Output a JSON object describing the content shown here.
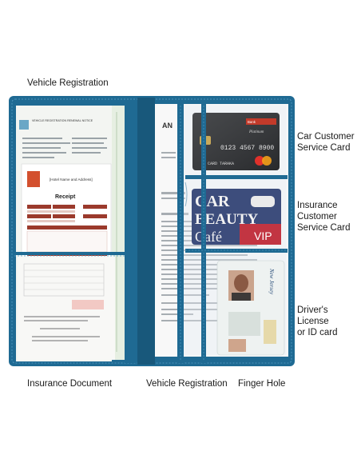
{
  "labels": {
    "vehicle_registration_top": "Vehicle Registration",
    "car_customer_service_card": "Car Customer\nService Card",
    "insurance_customer_service_card": "Insurance\nCustomer\nService Card",
    "drivers_license": "Driver's License\nor ID card",
    "insurance_document": "Insurance Document",
    "vehicle_registration_bottom": "Vehicle Registration",
    "finger_hole": "Finger Hole"
  },
  "documents": {
    "registration_title": "VEHICLE REGISTRATION RENEWAL NOTICE",
    "receipt_header": "[Hotel Name and Address]",
    "receipt_title": "Receipt"
  },
  "cards": {
    "credit_card_number": "0123 4567 8900",
    "credit_card_name": "CARD TARAKA",
    "credit_card_brand": "Platinum",
    "vip_line1": "CAR",
    "vip_line2": "BEAUTY",
    "vip_line3": "Café",
    "vip_tag": "VIP",
    "license_state": "New Jersey"
  },
  "colors": {
    "wallet_blue": "#1f6a93",
    "wallet_dark": "#164f70",
    "stitching": "#5aa0c8",
    "receipt_red": "#9b3a2c",
    "vip_card": "#3d4d7c"
  }
}
